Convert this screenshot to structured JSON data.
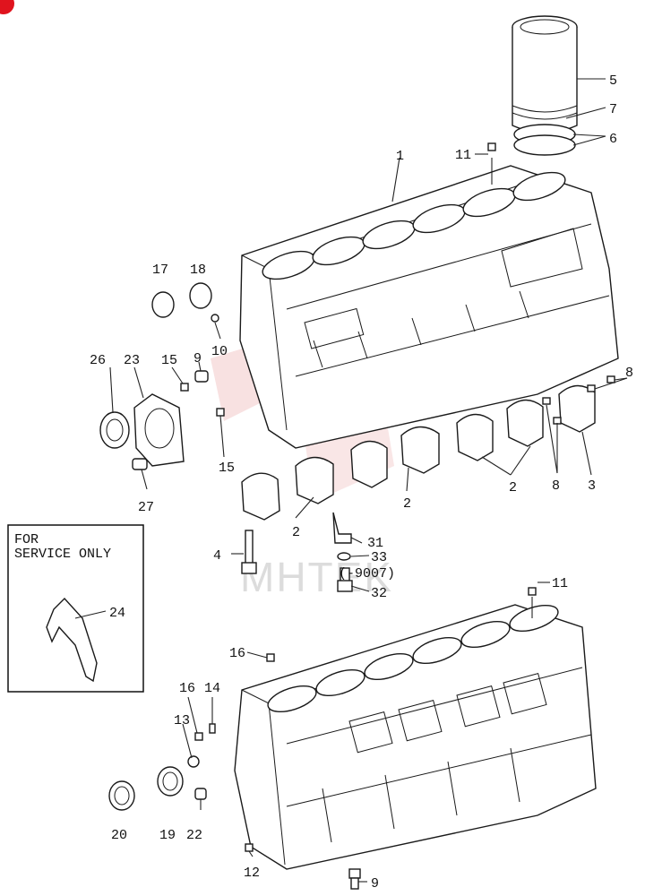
{
  "watermark": "MHTEK",
  "service_box": {
    "line1": "FOR",
    "line2": "SERVICE ONLY"
  },
  "callouts": [
    {
      "id": "c5",
      "text": "5"
    },
    {
      "id": "c7",
      "text": "7"
    },
    {
      "id": "c6",
      "text": "6"
    },
    {
      "id": "c11a",
      "text": "11"
    },
    {
      "id": "c1",
      "text": "1"
    },
    {
      "id": "c17",
      "text": "17"
    },
    {
      "id": "c18",
      "text": "18"
    },
    {
      "id": "c10",
      "text": "10"
    },
    {
      "id": "c26",
      "text": "26"
    },
    {
      "id": "c23",
      "text": "23"
    },
    {
      "id": "c15a",
      "text": "15"
    },
    {
      "id": "c9a",
      "text": "9"
    },
    {
      "id": "c8a",
      "text": "8"
    },
    {
      "id": "c15b",
      "text": "15"
    },
    {
      "id": "c27",
      "text": "27"
    },
    {
      "id": "c2a",
      "text": "2"
    },
    {
      "id": "c2b",
      "text": "2"
    },
    {
      "id": "c2c",
      "text": "2"
    },
    {
      "id": "c8b",
      "text": "8"
    },
    {
      "id": "c3",
      "text": "3"
    },
    {
      "id": "c4",
      "text": "4"
    },
    {
      "id": "c31",
      "text": "31"
    },
    {
      "id": "c33",
      "text": "33"
    },
    {
      "id": "c9007",
      "text": "(-9007)"
    },
    {
      "id": "c32",
      "text": "32"
    },
    {
      "id": "c24",
      "text": "24"
    },
    {
      "id": "c11b",
      "text": "11"
    },
    {
      "id": "c16a",
      "text": "16"
    },
    {
      "id": "c16b",
      "text": "16"
    },
    {
      "id": "c14",
      "text": "14"
    },
    {
      "id": "c13",
      "text": "13"
    },
    {
      "id": "c20",
      "text": "20"
    },
    {
      "id": "c19",
      "text": "19"
    },
    {
      "id": "c22",
      "text": "22"
    },
    {
      "id": "c12",
      "text": "12"
    },
    {
      "id": "c9b",
      "text": "9"
    }
  ]
}
